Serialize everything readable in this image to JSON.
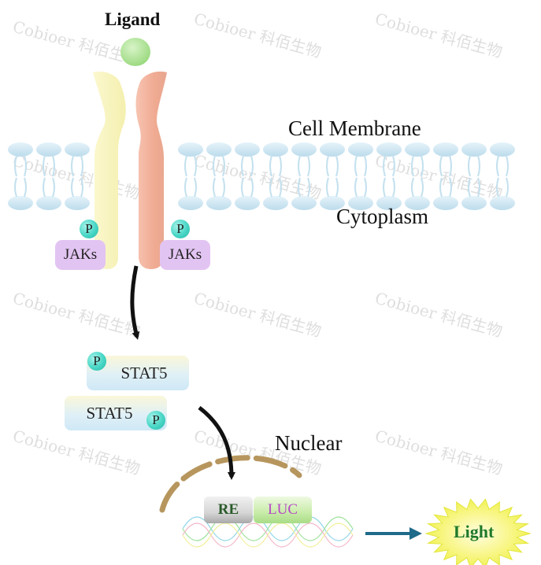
{
  "labels": {
    "ligand": "Ligand",
    "cell_membrane": "Cell Membrane",
    "cytoplasm": "Cytoplasm",
    "nuclear": "Nuclear",
    "phospho": "P",
    "jaks": "JAKs",
    "stat5": "STAT5",
    "re": "RE",
    "luc": "LUC",
    "light": "Light"
  },
  "watermark": "Cobioer 科佰生物",
  "colors": {
    "ligand": "#a8e08e",
    "receptor_left": "#f9f6c6",
    "receptor_right": "#f2b5a0",
    "membrane": "#cfe6f3",
    "jaks": "#e2c4f2",
    "phospho": "#47d6c5",
    "nuclear_envelope": "#b7965e",
    "light_burst": "#f7f560",
    "arrow_blue": "#1e6a8a"
  }
}
